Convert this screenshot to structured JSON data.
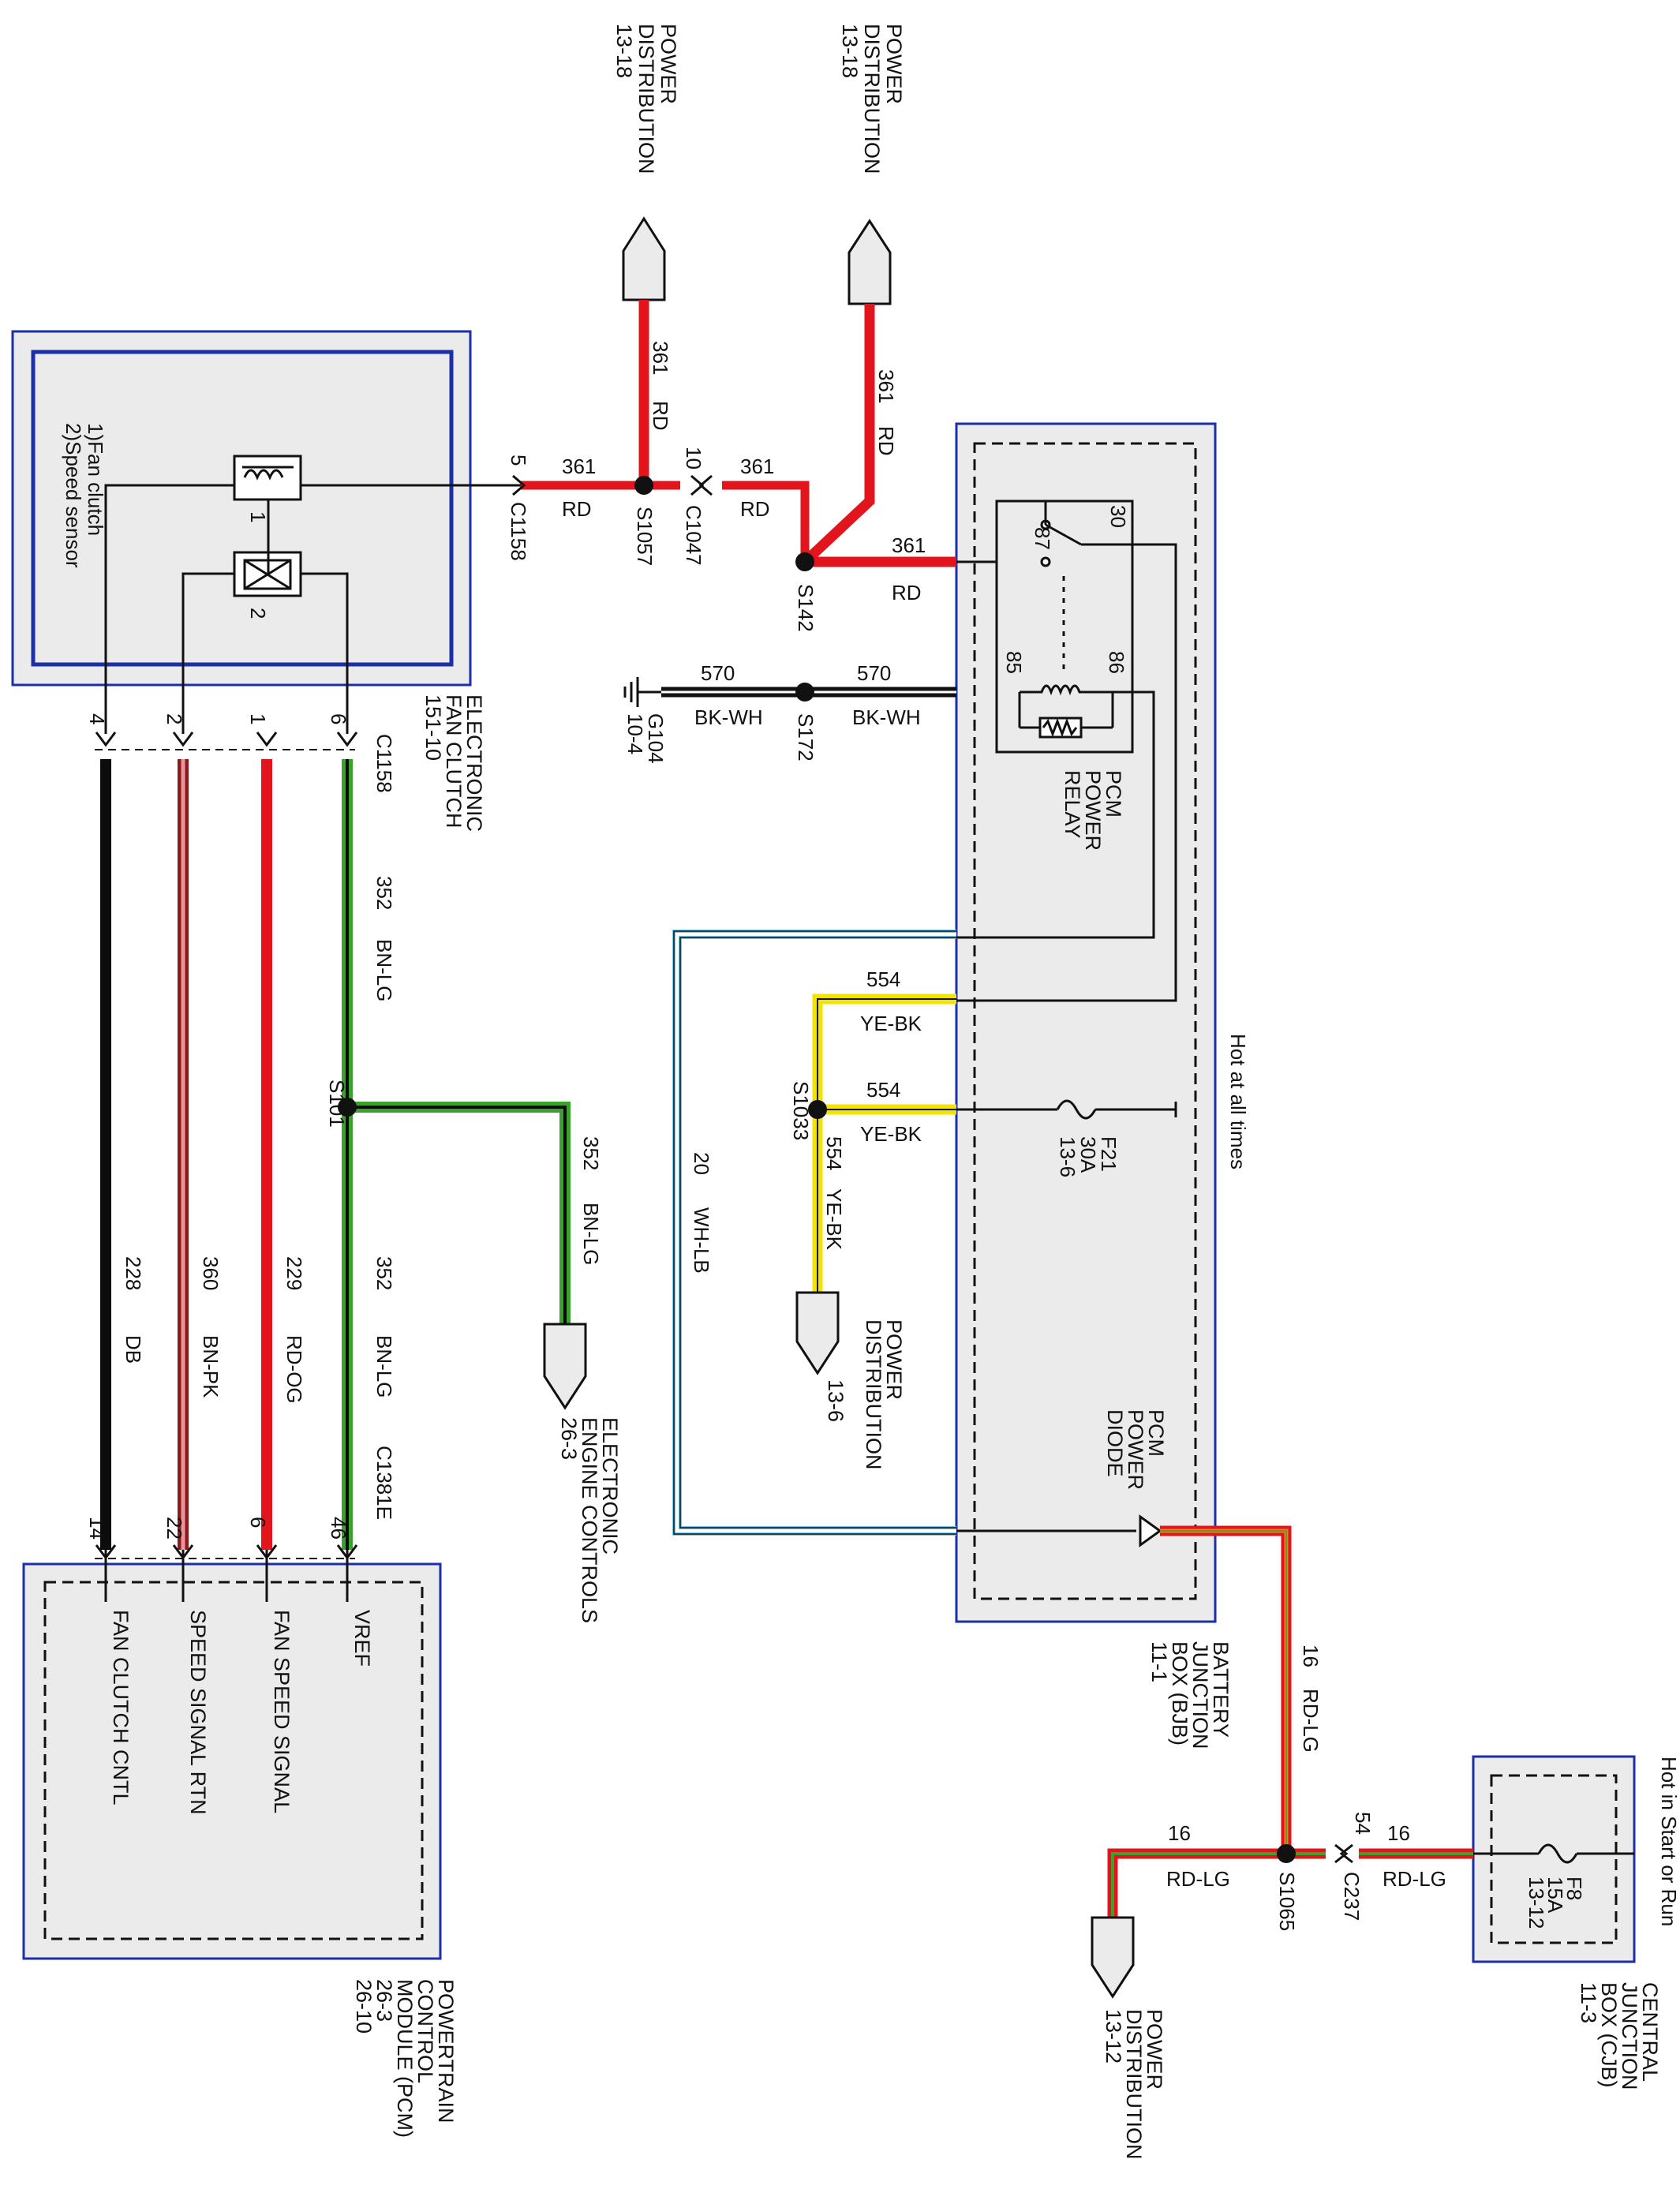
{
  "palette": {
    "red": "#e3151c",
    "black": "#0c0c0c",
    "green": "#3aa12d",
    "yellow": "#f2e400",
    "pink": "#e8959e",
    "orange": "#ef7d22",
    "lightblue": "#6ec8e8",
    "box_blue": "#1b2fa8",
    "box_fill": "#ebebeb"
  },
  "connectors_top": {
    "left": {
      "text1": "POWER",
      "text2": "DISTRIBUTION",
      "ref": "13-18"
    },
    "right": {
      "text1": "POWER",
      "text2": "DISTRIBUTION",
      "ref": "13-18"
    }
  },
  "fan_clutch": {
    "line1": "1)Fan clutch",
    "line2": "2)Speed sensor",
    "pin1": "1",
    "pin2": "2",
    "label1": "ELECTRONIC",
    "label2": "FAN CLUTCH",
    "label3": "151-10"
  },
  "wires": {
    "w361a": {
      "circuit": "361",
      "color": "RD"
    },
    "w361b": {
      "circuit": "361",
      "color": "RD"
    },
    "w361c": {
      "circuit": "361",
      "color": "RD"
    },
    "w361d": {
      "circuit": "361",
      "color": "RD"
    },
    "w361e": {
      "circuit": "361",
      "color": "RD"
    },
    "w570a": {
      "circuit": "570",
      "color": "BK-WH"
    },
    "w570b": {
      "circuit": "570",
      "color": "BK-WH"
    },
    "w554a": {
      "circuit": "554",
      "color": "YE-BK"
    },
    "w554b": {
      "circuit": "554",
      "color": "YE-BK"
    },
    "w554c": {
      "circuit": "554",
      "color": "YE-BK"
    },
    "w20": {
      "circuit": "20",
      "color": "WH-LB"
    },
    "w352a": {
      "circuit": "352",
      "color": "BN-LG"
    },
    "w352b": {
      "circuit": "352",
      "color": "BN-LG"
    },
    "w352c": {
      "circuit": "352",
      "color": "BN-LG"
    },
    "w228": {
      "circuit": "228",
      "color": "DB"
    },
    "w360": {
      "circuit": "360",
      "color": "BN-PK"
    },
    "w229": {
      "circuit": "229",
      "color": "RD-OG"
    },
    "w16a": {
      "circuit": "16",
      "color": "RD-LG"
    },
    "w16b": {
      "circuit": "16",
      "color": "RD-LG"
    },
    "w16c": {
      "circuit": "16",
      "color": "RD-LG"
    }
  },
  "splices": {
    "s1057": "S1057",
    "s142": "S142",
    "s172": "S172",
    "s1033": "S1033",
    "s101": "S101",
    "s1065": "S1065"
  },
  "connectors": {
    "c1158_top": {
      "name": "C1158",
      "pin": "5"
    },
    "c1047": {
      "name": "C1047",
      "pin": "10"
    },
    "c1158_fc": {
      "name": "C1158",
      "pins": [
        "4",
        "2",
        "1",
        "6"
      ]
    },
    "c1381e": {
      "name": "C1381E",
      "pins": [
        "14",
        "22",
        "6",
        "46"
      ]
    },
    "c237": {
      "name": "C237",
      "pin": "54"
    }
  },
  "ground": {
    "name": "G104",
    "ref": "10-4"
  },
  "bjb": {
    "relay_pins": {
      "p30": "30",
      "p87": "87",
      "p85": "85",
      "p86": "86"
    },
    "relay_label": [
      "PCM",
      "POWER",
      "RELAY"
    ],
    "fuse": {
      "name": "F21",
      "rating": "30A",
      "ref": "13-6"
    },
    "hot_label": "Hot at all times",
    "diode_label": [
      "PCM",
      "POWER",
      "DIODE"
    ],
    "box_label": [
      "BATTERY",
      "JUNCTION",
      "BOX (BJB)",
      "11-1"
    ]
  },
  "power_dist_mid": {
    "text1": "POWER",
    "text2": "DISTRIBUTION",
    "ref": "13-6"
  },
  "eec": {
    "text1": "ELECTRONIC",
    "text2": "ENGINE CONTROLS",
    "ref": "26-3"
  },
  "pcm": {
    "signals": [
      "FAN CLUTCH CNTL",
      "SPEED SIGNAL RTN",
      "FAN SPEED SIGNAL",
      "VREF"
    ],
    "label": [
      "POWERTRAIN",
      "CONTROL",
      "MODULE (PCM)",
      "26-3",
      "26-10"
    ]
  },
  "cjb": {
    "hot_label": "Hot in Start or Run",
    "fuse": {
      "name": "F8",
      "rating": "15A",
      "ref": "13-12"
    },
    "label": [
      "CENTRAL",
      "JUNCTION",
      "BOX (CJB)",
      "11-3"
    ]
  },
  "power_dist_bottom": {
    "text1": "POWER",
    "text2": "DISTRIBUTION",
    "ref": "13-12"
  }
}
